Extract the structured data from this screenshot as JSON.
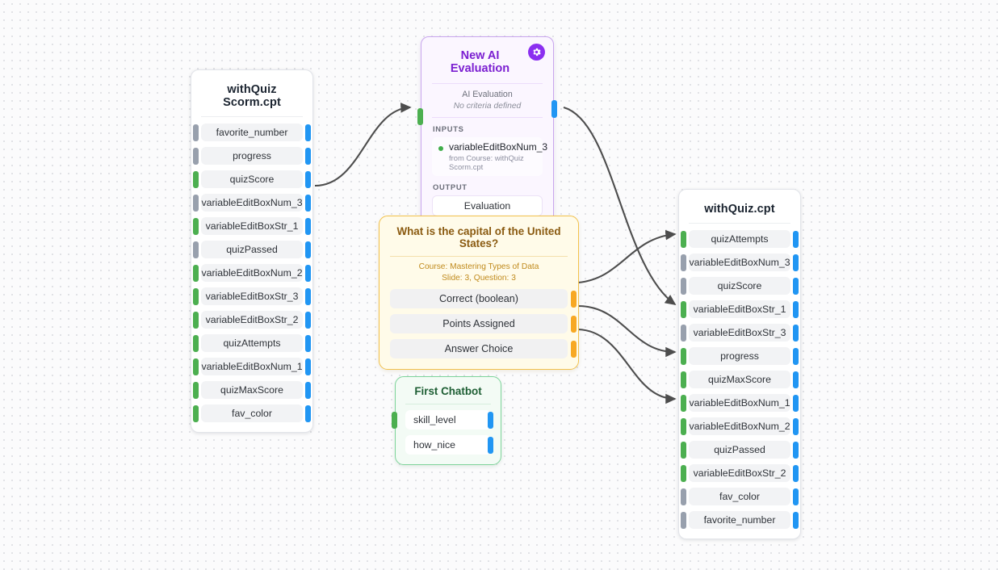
{
  "canvas": {
    "background_color": "#fbfbfc",
    "grid_dot_color": "#d8d9de",
    "edge_color": "#4d4d4d"
  },
  "palette": {
    "green_handle": "#4caf50",
    "gray_handle": "#98a0ad",
    "blue_handle": "#2196f3",
    "orange_handle": "#f7a824",
    "purple_accent": "#7b1fd1",
    "yellow_accent": "#f2c14b",
    "green_accent": "#7ed49a"
  },
  "nodes": {
    "source_course": {
      "title": "withQuiz Scorm.cpt",
      "rows": [
        {
          "label": "favorite_number",
          "left_handle": "gray",
          "right_handle": "blue"
        },
        {
          "label": "progress",
          "left_handle": "gray",
          "right_handle": "blue"
        },
        {
          "label": "quizScore",
          "left_handle": "green",
          "right_handle": "blue"
        },
        {
          "label": "variableEditBoxNum_3",
          "left_handle": "gray",
          "right_handle": "blue"
        },
        {
          "label": "variableEditBoxStr_1",
          "left_handle": "green",
          "right_handle": "blue"
        },
        {
          "label": "quizPassed",
          "left_handle": "gray",
          "right_handle": "blue"
        },
        {
          "label": "variableEditBoxNum_2",
          "left_handle": "green",
          "right_handle": "blue"
        },
        {
          "label": "variableEditBoxStr_3",
          "left_handle": "green",
          "right_handle": "blue"
        },
        {
          "label": "variableEditBoxStr_2",
          "left_handle": "green",
          "right_handle": "blue"
        },
        {
          "label": "quizAttempts",
          "left_handle": "green",
          "right_handle": "blue"
        },
        {
          "label": "variableEditBoxNum_1",
          "left_handle": "green",
          "right_handle": "blue"
        },
        {
          "label": "quizMaxScore",
          "left_handle": "green",
          "right_handle": "blue"
        },
        {
          "label": "fav_color",
          "left_handle": "green",
          "right_handle": "blue"
        }
      ]
    },
    "ai_evaluation": {
      "title": "New AI Evaluation",
      "gear_icon": "gear-icon",
      "subtitle": "AI Evaluation",
      "criteria": "No criteria defined",
      "inputs_label": "INPUTS",
      "input_name": "variableEditBoxNum_3",
      "input_source": "from Course: withQuiz Scorm.cpt",
      "output_label": "OUTPUT",
      "output_name": "Evaluation",
      "left_handle": "green",
      "right_handle": "blue"
    },
    "question": {
      "title": "What is the capital of the United States?",
      "course": "Course: Mastering Types of Data",
      "location": "Slide: 3, Question: 3",
      "rows": [
        {
          "label": "Correct (boolean)",
          "right_handle": "orange"
        },
        {
          "label": "Points Assigned",
          "right_handle": "orange"
        },
        {
          "label": "Answer Choice",
          "right_handle": "orange"
        }
      ]
    },
    "chatbot": {
      "title": "First Chatbot",
      "left_handle": "green",
      "rows": [
        {
          "label": "skill_level",
          "right_handle": "blue"
        },
        {
          "label": "how_nice",
          "right_handle": "blue"
        }
      ]
    },
    "target_course": {
      "title": "withQuiz.cpt",
      "rows": [
        {
          "label": "quizAttempts",
          "left_handle": "green",
          "right_handle": "blue",
          "connected": true
        },
        {
          "label": "variableEditBoxNum_3",
          "left_handle": "gray",
          "right_handle": "blue",
          "connected": false
        },
        {
          "label": "quizScore",
          "left_handle": "gray",
          "right_handle": "blue",
          "connected": false
        },
        {
          "label": "variableEditBoxStr_1",
          "left_handle": "green",
          "right_handle": "blue",
          "connected": true
        },
        {
          "label": "variableEditBoxStr_3",
          "left_handle": "gray",
          "right_handle": "blue",
          "connected": false
        },
        {
          "label": "progress",
          "left_handle": "green",
          "right_handle": "blue",
          "connected": true
        },
        {
          "label": "quizMaxScore",
          "left_handle": "green",
          "right_handle": "blue",
          "connected": false
        },
        {
          "label": "variableEditBoxNum_1",
          "left_handle": "green",
          "right_handle": "blue",
          "connected": true
        },
        {
          "label": "variableEditBoxNum_2",
          "left_handle": "green",
          "right_handle": "blue",
          "connected": false
        },
        {
          "label": "quizPassed",
          "left_handle": "green",
          "right_handle": "blue",
          "connected": false
        },
        {
          "label": "variableEditBoxStr_2",
          "left_handle": "green",
          "right_handle": "blue",
          "connected": false
        },
        {
          "label": "fav_color",
          "left_handle": "gray",
          "right_handle": "blue",
          "connected": false
        },
        {
          "label": "favorite_number",
          "left_handle": "gray",
          "right_handle": "blue",
          "connected": false
        }
      ]
    }
  }
}
